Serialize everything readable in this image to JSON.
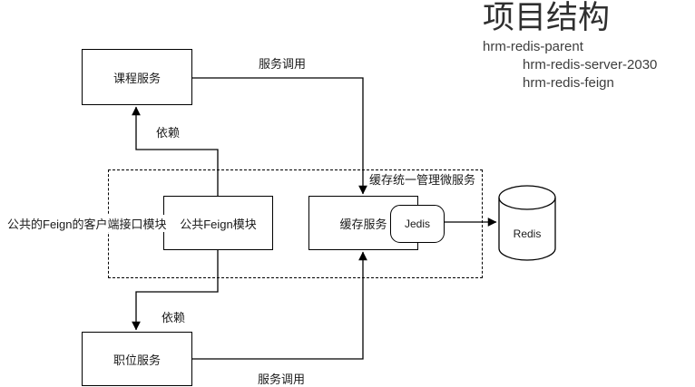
{
  "heading": {
    "title": "项目结构",
    "tree": {
      "parent": "hrm-redis-parent",
      "child_server": "hrm-redis-server-2030",
      "child_feign": "hrm-redis-feign"
    }
  },
  "nodes": {
    "course_service": {
      "label": "课程服务"
    },
    "public_feign_module": {
      "label": "公共Feign模块"
    },
    "cache_service": {
      "label": "缓存服务"
    },
    "jedis": {
      "label": "Jedis"
    },
    "position_service": {
      "label": "职位服务"
    },
    "redis": {
      "label": "Redis"
    }
  },
  "groups": {
    "cache_microservice": {
      "label": "缓存统一管理微服务"
    }
  },
  "edge_labels": {
    "service_call_top": "服务调用",
    "dependency_top": "依赖",
    "dependency_bottom": "依赖",
    "service_call_bottom": "服务调用"
  },
  "notes": {
    "feign_client_note": "公共的Feign的客户端接口模块"
  },
  "colors": {
    "background": "#ffffff",
    "stroke": "#000000",
    "text": "#1a1a1a"
  }
}
